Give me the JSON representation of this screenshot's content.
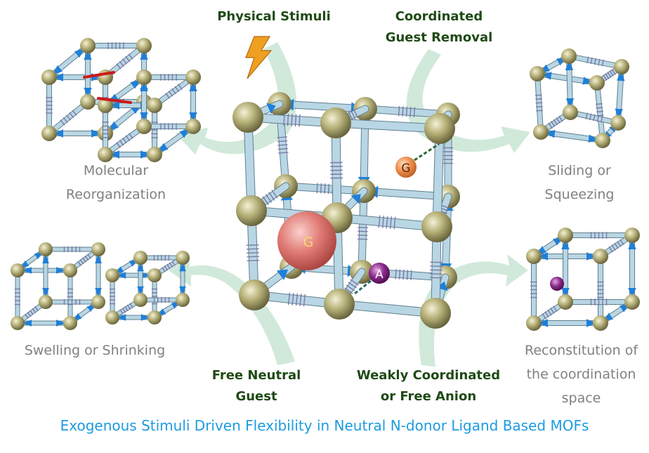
{
  "labels": {
    "physical_stimuli": "Physical Stimuli",
    "coordinated_guest_removal": "Coordinated\nGuest Removal",
    "free_neutral_guest": "Free Neutral\nGuest",
    "weakly_coordinated_anion": "Weakly Coordinated\nor Free Anion",
    "molecular_reorganization": "Molecular\nReorganization",
    "sliding_squeezing": "Sliding or\nSqueezing",
    "swelling_shrinking": "Swelling or Shrinking",
    "reconstitution": "Reconstitution of\nthe coordination\nspace"
  },
  "markers": {
    "guest_large": "G",
    "guest_small": "G",
    "anion": "A"
  },
  "footer": "Exogenous Stimuli  Driven Flexibility in Neutral N-donor Ligand Based MOFs",
  "colors": {
    "node": "#b8b27a",
    "strut": "#b9d6e4",
    "arrow_tip": "#1f7fd8",
    "spring": "#7a7aa8",
    "curved_arrow": "#cfe8d8",
    "guest_large": "#e07a74",
    "guest_small": "#f09050",
    "anion": "#8a2a8a",
    "label_green": "#1f4a16",
    "label_gray": "#808080",
    "footer": "#1d9be0",
    "lightning": "#f0a020"
  }
}
